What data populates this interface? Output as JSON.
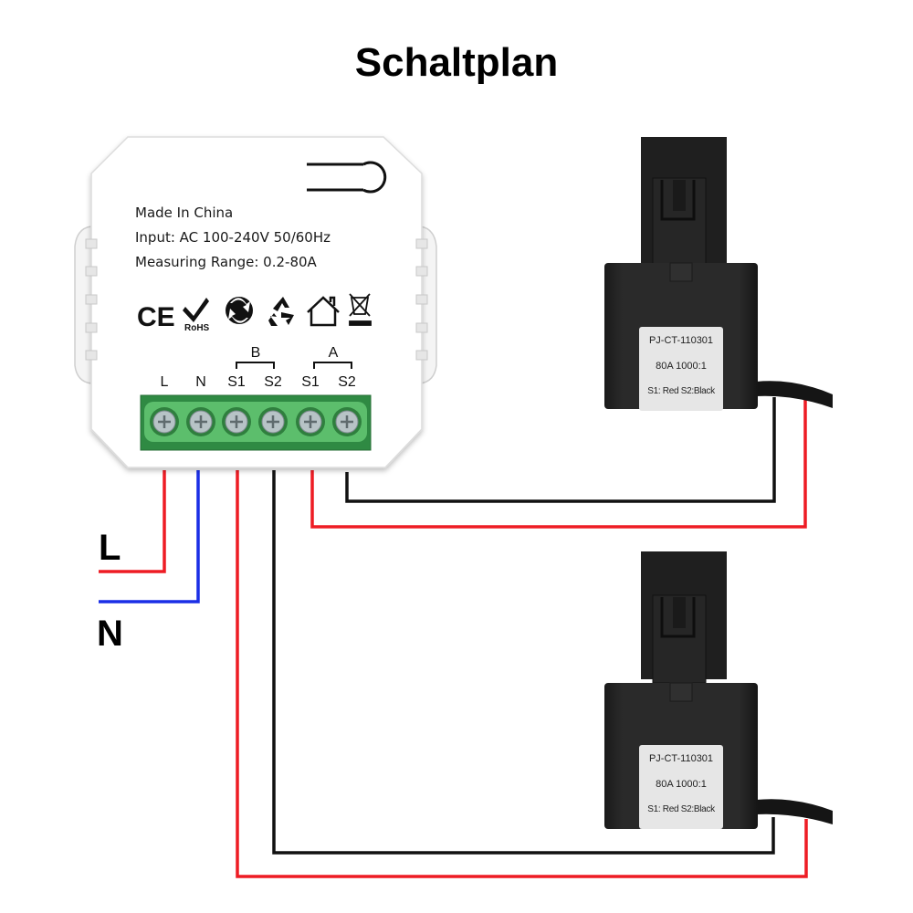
{
  "title": "Schaltplan",
  "device": {
    "text_lines": [
      "Made In China",
      "Input: AC 100-240V 50/60Hz",
      "Measuring Range: 0.2-80A"
    ],
    "certification_icons": [
      "ce-mark-icon",
      "rohs-check-icon",
      "green-dot-icon",
      "recycle-icon",
      "house-icon",
      "weee-crossed-bin-icon"
    ],
    "rohs_text": "RoHS",
    "ce_text": "CE",
    "terminal_groups": [
      {
        "label": "B"
      },
      {
        "label": "A"
      }
    ],
    "terminals": [
      {
        "label": "L"
      },
      {
        "label": "N"
      },
      {
        "label": "S1"
      },
      {
        "label": "S2"
      },
      {
        "label": "S1"
      },
      {
        "label": "S2"
      }
    ],
    "colors": {
      "terminal_block": "#3d9a4f",
      "terminal_screw": "#b7c3c6",
      "body": "#ffffff"
    }
  },
  "current_transformers": [
    {
      "model": "PJ-CT-110301",
      "rating": "80A 1000:1",
      "wiring": "S1: Red  S2:Black"
    },
    {
      "model": "PJ-CT-110301",
      "rating": "80A 1000:1",
      "wiring": "S1: Red  S2:Black"
    }
  ],
  "mains_labels": {
    "line": "L",
    "neutral": "N"
  },
  "wire_colors": {
    "red": "#ee1c24",
    "blue": "#1a2ee6",
    "black": "#111111"
  }
}
